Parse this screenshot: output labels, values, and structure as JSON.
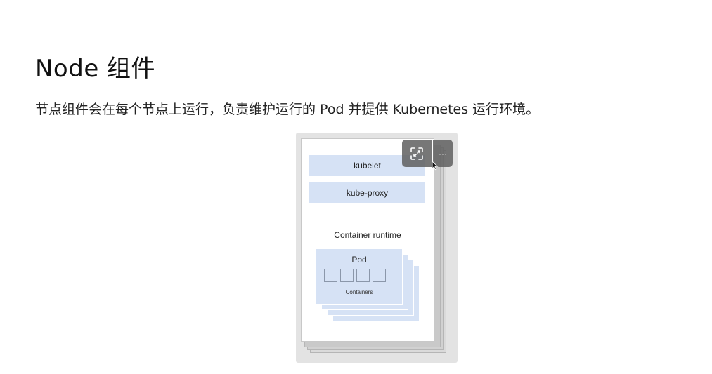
{
  "section": {
    "title": "Node 组件",
    "description": "节点组件会在每个节点上运行，负责维护运行的 Pod 并提供 Kubernetes 运行环境。"
  },
  "diagram": {
    "components": {
      "kubelet": "kubelet",
      "kube_proxy": "kube-proxy"
    },
    "runtime_label": "Container runtime",
    "pod_label": "Pod",
    "containers_label": "Containers"
  },
  "toolbar": {
    "expand_icon": "expand-icon",
    "more_label": "···"
  },
  "colors": {
    "component_fill": "#d6e2f5",
    "toolbar_bg": "#5f5f5f",
    "frame_bg": "#e3e3e3"
  }
}
